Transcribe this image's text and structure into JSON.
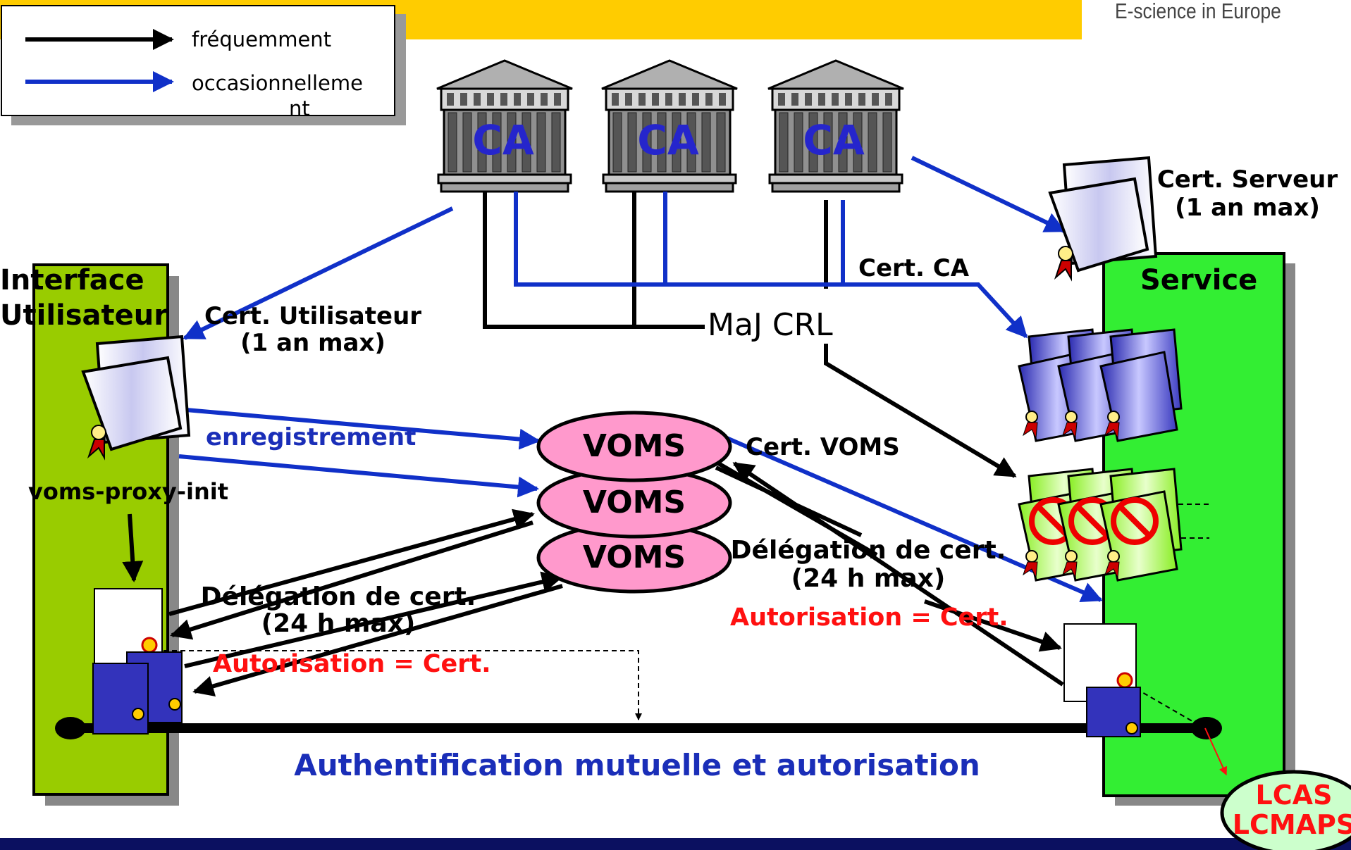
{
  "header": {
    "brand": "E-science in Europe"
  },
  "legend": {
    "frequent": "fréquemment",
    "occasional": "occasionnelleme",
    "occasional_cont": "nt"
  },
  "authorities": [
    {
      "label": "CA"
    },
    {
      "label": "CA"
    },
    {
      "label": "CA"
    }
  ],
  "labels": {
    "ui_title_1": "Interface",
    "ui_title_2": "Utilisateur",
    "service_title": "Service",
    "cert_user_1": "Cert. Utilisateur",
    "cert_user_2": "(1 an max)",
    "cert_server_1": "Cert. Serveur",
    "cert_server_2": "(1 an max)",
    "cert_ca": "Cert. CA",
    "crl": "MaJ CRL",
    "registration": "enregistrement",
    "cert_voms": "Cert. VOMS",
    "proxy_init": "voms-proxy-init",
    "delegation_left_1": "Délégation de cert.",
    "delegation_left_2": "(24 h max)",
    "delegation_right_1": "Délégation de cert.",
    "delegation_right_2": "(24 h max)",
    "authz_left": "Autorisation = Cert.",
    "authz_right": "Autorisation = Cert.",
    "mutual_auth": "Authentification mutuelle et autorisation",
    "lcas": "LCAS",
    "lcmaps": "LCMAPS"
  },
  "voms_servers": [
    {
      "label": "VOMS"
    },
    {
      "label": "VOMS"
    },
    {
      "label": "VOMS"
    }
  ],
  "colors": {
    "header_yellow": "#ffcc00",
    "ui_panel": "#99cc00",
    "service_panel": "#33ee33",
    "voms_pink": "#ff99cc",
    "lcas_green": "#ccffcc",
    "blue_arrow": "#1030c8",
    "footer_navy": "#0b1060",
    "cert_blue": "#3333bb",
    "crl_green": "#99ff33"
  }
}
